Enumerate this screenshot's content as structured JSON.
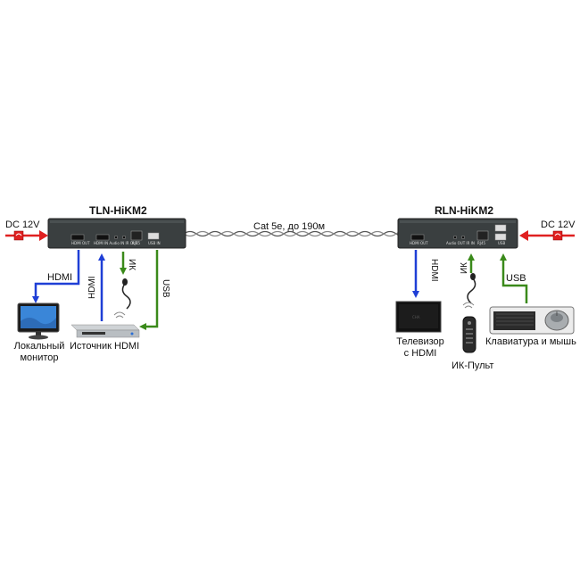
{
  "transmitter": {
    "title": "TLN-HiKM2",
    "ports": [
      "HDMI OUT",
      "HDMI IN",
      "Audio IN",
      "IR OUT",
      "RJ45",
      "USB IN"
    ]
  },
  "receiver": {
    "title": "RLN-HiKM2",
    "ports": [
      "HDMI OUT",
      "Audio OUT",
      "IR IN",
      "RJ45",
      "USB"
    ]
  },
  "cable": {
    "label": "Cat 5e, до 190м"
  },
  "power_left": {
    "label": "DC 12V"
  },
  "power_right": {
    "label": "DC 12V"
  },
  "links": {
    "tx_hdmi_out": "HDMI",
    "tx_hdmi_in": "HDMI",
    "tx_ir": "ИК",
    "tx_usb": "USB",
    "rx_hdmi": "HDMI",
    "rx_ir": "ИК",
    "rx_usb": "USB"
  },
  "devices": {
    "local_monitor": "Локальный\nмонитор",
    "hdmi_source": "Источник HDMI",
    "tv": "Телевизор\nс HDMI",
    "ir_remote": "ИК-Пульт",
    "keyboard_mouse": "Клавиатура и мышь"
  },
  "colors": {
    "hdmi": "#1f3fd6",
    "ir_usb": "#3a8a1a",
    "power": "#e02020",
    "device_body": "#3a3f40"
  }
}
